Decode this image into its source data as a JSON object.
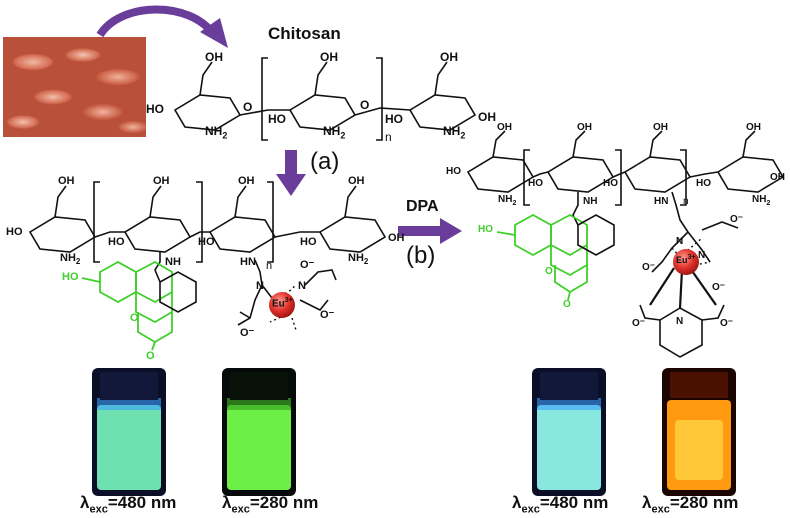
{
  "title": "Chitosan",
  "steps": {
    "a": "(a)",
    "b": "(b)",
    "reagent": "DPA"
  },
  "vials": [
    {
      "symbol": "λ",
      "sub": "exc",
      "value": "=480 nm"
    },
    {
      "symbol": "λ",
      "sub": "exc",
      "value": "=280 nm"
    },
    {
      "symbol": "λ",
      "sub": "exc",
      "value": "=480 nm"
    },
    {
      "symbol": "λ",
      "sub": "exc",
      "value": "=280 nm"
    }
  ],
  "atoms": {
    "oh": "OH",
    "ho": "HO",
    "o": "O",
    "nh2": "NH",
    "two": "2",
    "n": "n",
    "nh": "NH",
    "hn": "HN",
    "eu": "Eu",
    "eu_charge": "3+",
    "o_minus": "O⁻",
    "ho_dye": "HO",
    "n_atom": "N"
  },
  "colors": {
    "arrow": "#6a3d9a",
    "dye": "#3fcf2a",
    "europium": "#e0302a",
    "shrimp": "#d8735a"
  },
  "icons": [
    "curved-arrow-icon",
    "down-arrow-icon",
    "right-arrow-icon"
  ]
}
